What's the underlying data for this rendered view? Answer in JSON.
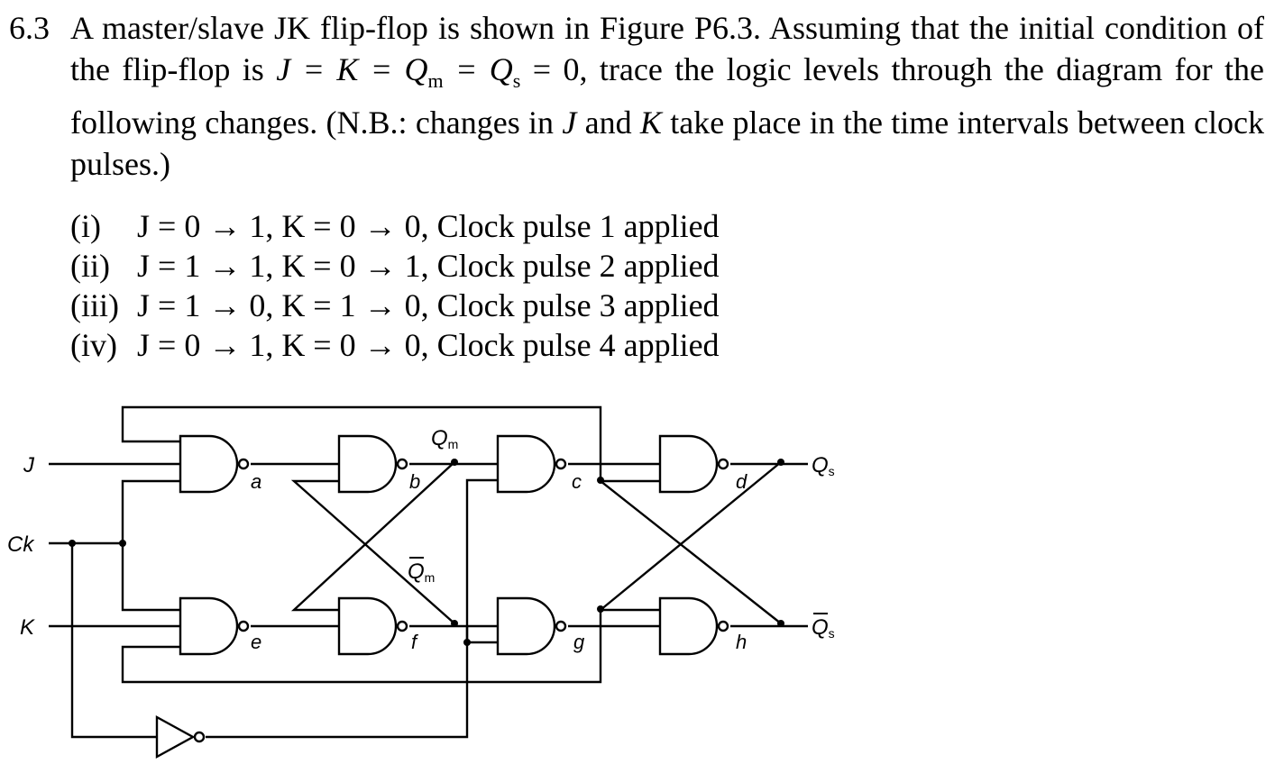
{
  "problem": {
    "number": "6.3",
    "statement": [
      "A master/slave JK flip-flop is shown in Figure P6.3. Assuming that the initial condition of the flip-flop is ",
      "J = K = Q",
      "m",
      " = Q",
      "s",
      " = 0, trace the logic levels through the diagram for the following changes. (N.B.: changes in ",
      "J",
      " and ",
      "K",
      " take place in the time intervals between clock pulses.)"
    ],
    "items": [
      {
        "label": "(i)",
        "text": "J = 0 → 1, K = 0 → 0, Clock pulse 1 applied"
      },
      {
        "label": "(ii)",
        "text": "J = 1 → 1, K = 0 → 1, Clock pulse 2 applied"
      },
      {
        "label": "(iii)",
        "text": "J = 1 → 0, K = 1 → 0, Clock pulse 3 applied"
      },
      {
        "label": "(iv)",
        "text": "J = 0 → 1, K = 0 → 0, Clock pulse 4 applied"
      }
    ]
  },
  "diagram": {
    "inputs": {
      "j": "J",
      "ck": "Ck",
      "k": "K"
    },
    "outputs": {
      "qs": "Q",
      "qs_sub": "s",
      "qs_bar": "Q",
      "qs_bar_sub": "s"
    },
    "internal": {
      "qm": "Q",
      "qm_sub": "m",
      "qm_bar": "Q",
      "qm_bar_sub": "m"
    },
    "gate_labels": [
      "a",
      "b",
      "c",
      "d",
      "e",
      "f",
      "g",
      "h"
    ]
  }
}
